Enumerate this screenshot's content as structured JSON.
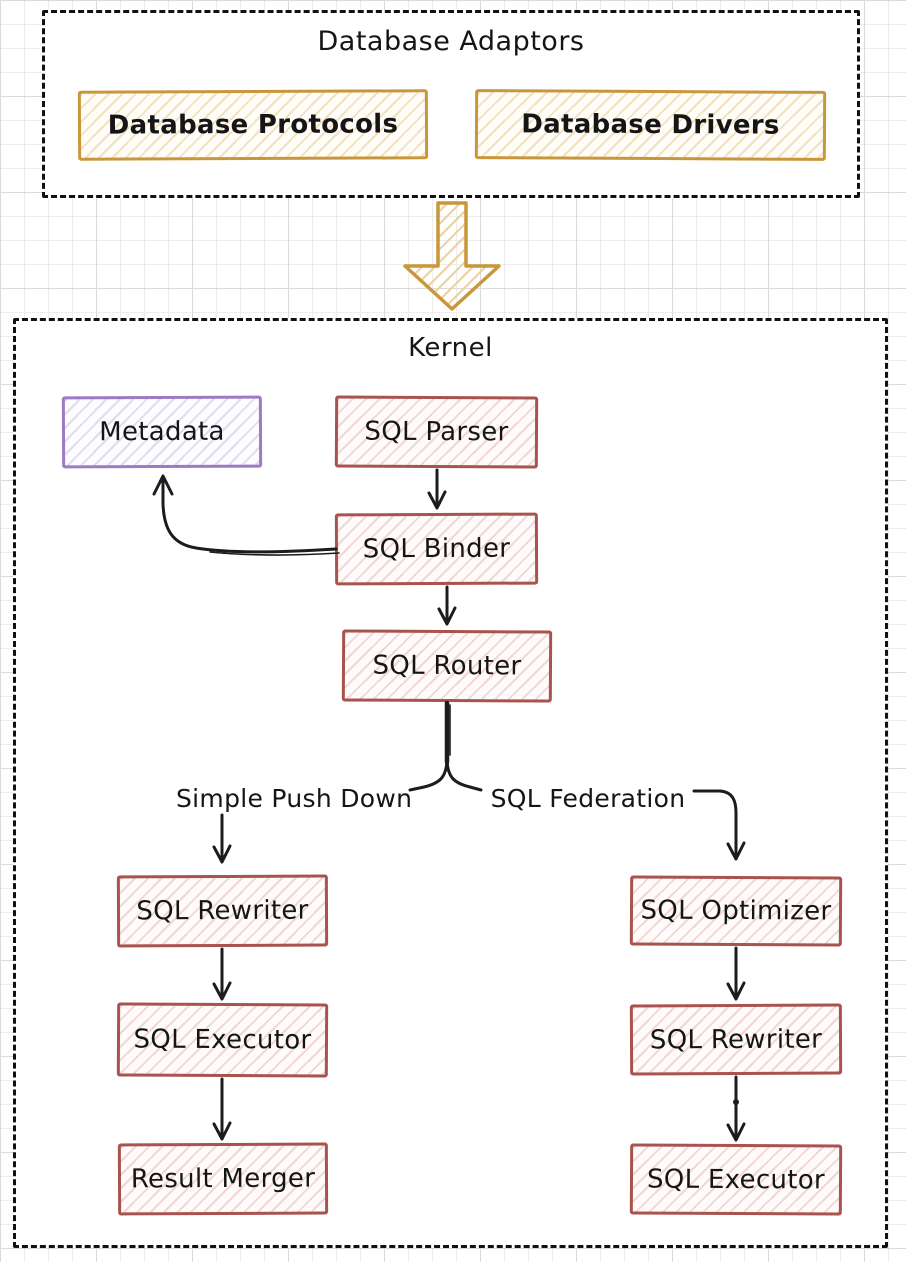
{
  "diagram": {
    "adaptors": {
      "title": "Database Adaptors",
      "protocols_label": "Database Protocols",
      "drivers_label": "Database Drivers"
    },
    "kernel": {
      "title": "Kernel",
      "nodes": {
        "metadata": "Metadata",
        "parser": "SQL Parser",
        "binder": "SQL Binder",
        "router": "SQL Router",
        "rewriter_left": "SQL Rewriter",
        "executor_left": "SQL Executor",
        "merger": "Result Merger",
        "optimizer": "SQL Optimizer",
        "rewriter_right": "SQL Rewriter",
        "executor_right": "SQL Executor"
      },
      "branch_labels": {
        "left": "Simple Push Down",
        "right": "SQL Federation"
      }
    },
    "colors": {
      "adaptor_box_border": "#c9973b",
      "kernel_box_border": "#a8534e",
      "metadata_box_border": "#9c7bc4",
      "group_border": "#111111",
      "connector": "#1c1c1c",
      "canvas_grid": "#ececec"
    }
  }
}
